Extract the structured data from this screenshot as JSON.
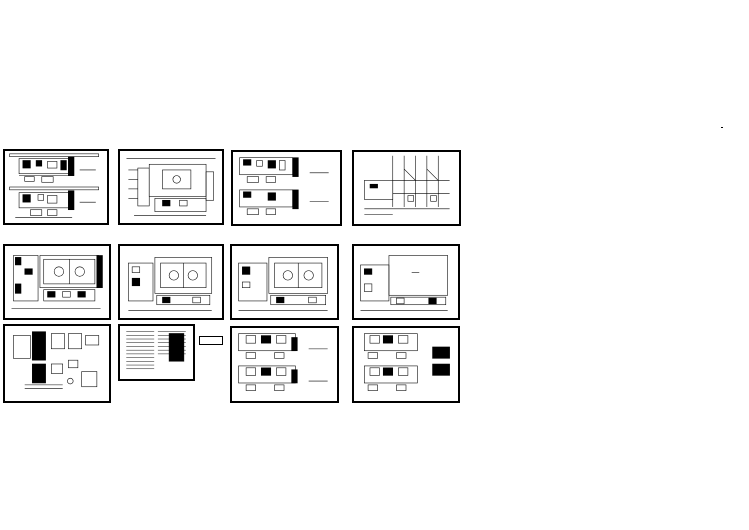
{
  "canvas": {
    "background": "#ffffff",
    "line_color": "#000000"
  },
  "sheets": [
    {
      "kind": "two-floor-plans"
    },
    {
      "kind": "site-plan"
    },
    {
      "kind": "two-floor-plans"
    },
    {
      "kind": "elevation-grid"
    },
    {
      "kind": "court-plan-detailed"
    },
    {
      "kind": "court-plan"
    },
    {
      "kind": "court-plan"
    },
    {
      "kind": "hall-plan"
    },
    {
      "kind": "detail-sheet"
    },
    {
      "kind": "notes-sheet"
    },
    {
      "kind": "two-floor-plans"
    },
    {
      "kind": "two-floor-plans-legend"
    }
  ]
}
